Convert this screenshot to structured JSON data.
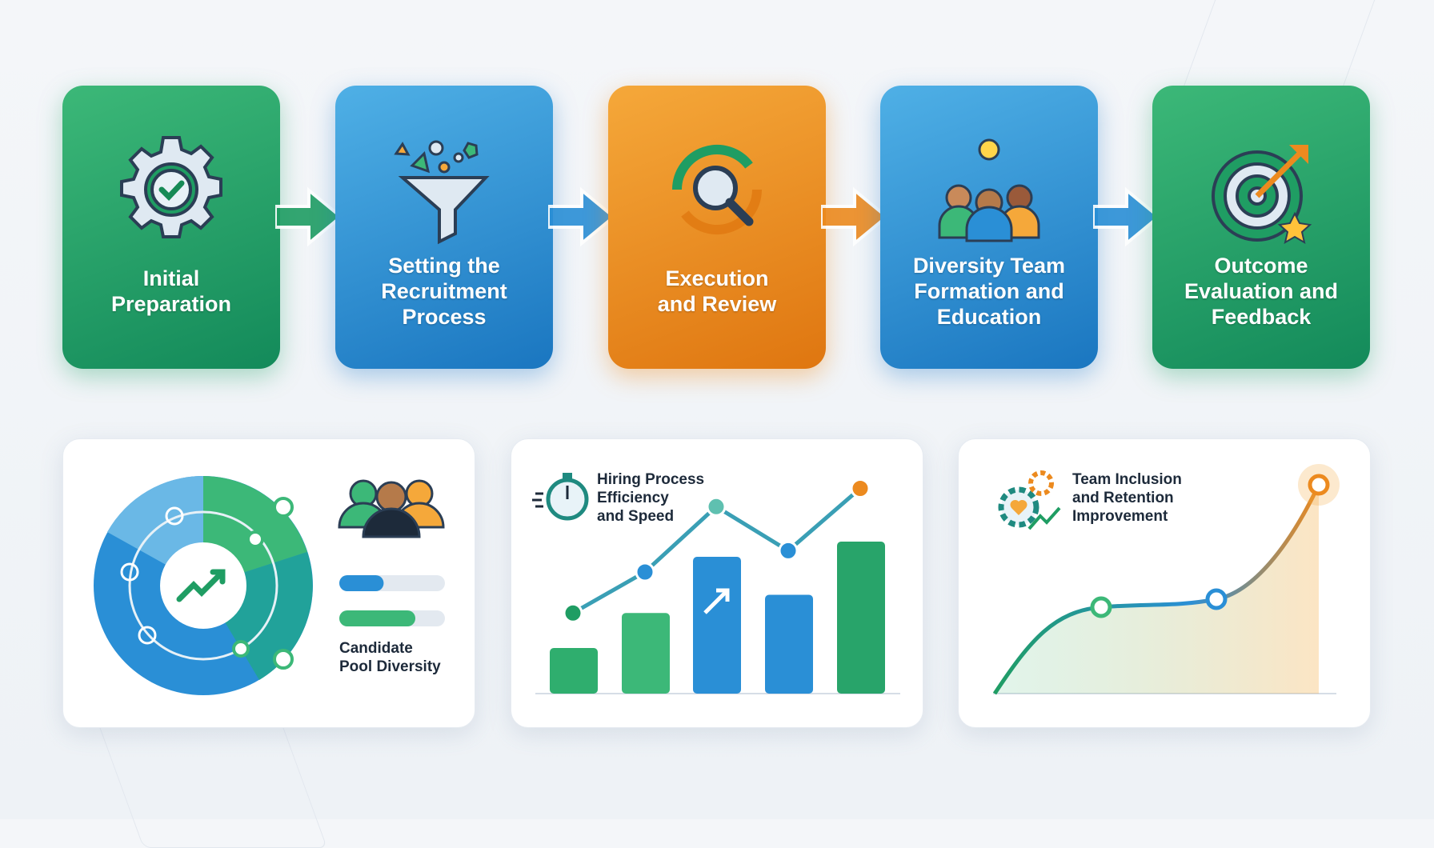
{
  "steps": [
    {
      "label": "Initial\nPreparation",
      "icon": "gear-check-icon",
      "color": "#1f9d63"
    },
    {
      "label": "Setting the\nRecruitment\nProcess",
      "icon": "funnel-icon",
      "color": "#2a8fd6"
    },
    {
      "label": "Execution\nand Review",
      "icon": "cycle-magnifier-icon",
      "color": "#ec8a1f"
    },
    {
      "label": "Diversity Team\nFormation and\nEducation",
      "icon": "team-lightbulb-icon",
      "color": "#2a8fd6"
    },
    {
      "label": "Outcome\nEvaluation and\nFeedback",
      "icon": "target-arrow-icon",
      "color": "#1f9d63"
    }
  ],
  "panels": {
    "diversity": {
      "label": "Candidate\nPool Diversity",
      "progress": [
        0.42,
        0.72
      ]
    },
    "efficiency": {
      "label": "Hiring Process\nEfficiency\nand Speed"
    },
    "inclusion": {
      "label": "Team Inclusion\nand Retention\nImprovement"
    }
  },
  "chart_data": {
    "type": "bar",
    "bars": [
      3,
      5.3,
      9,
      6.5,
      10
    ],
    "line": [
      5.3,
      8,
      12.3,
      9.4,
      13.5
    ]
  }
}
